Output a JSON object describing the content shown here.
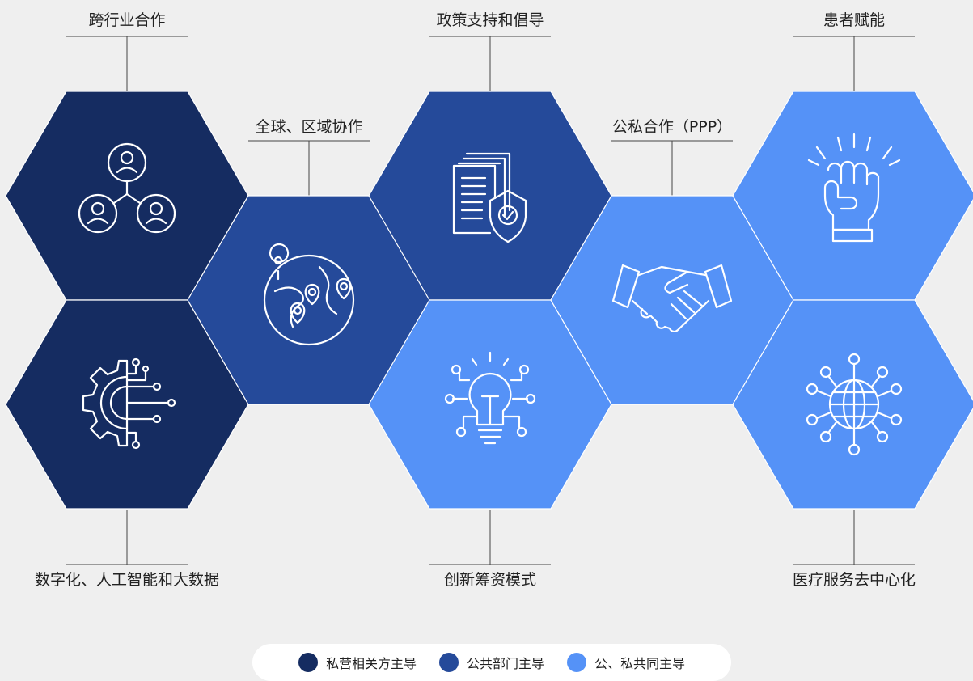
{
  "colors": {
    "private": "#152c61",
    "public": "#254a9a",
    "joint": "#5592f7",
    "background": "#efefef",
    "line": "#444444"
  },
  "hexagons": [
    {
      "id": "hex-cross-industry",
      "group": "private",
      "icon": "people-network-icon",
      "label": "跨行业合作"
    },
    {
      "id": "hex-digital-ai",
      "group": "private",
      "icon": "gear-circuit-icon",
      "label": "数字化、人工智能和大数据"
    },
    {
      "id": "hex-global-regional",
      "group": "public",
      "icon": "globe-pins-icon",
      "label": "全球、区域协作"
    },
    {
      "id": "hex-policy",
      "group": "public",
      "icon": "document-shield-icon",
      "label": "政策支持和倡导"
    },
    {
      "id": "hex-financing",
      "group": "joint",
      "icon": "lightbulb-network-icon",
      "label": "创新筹资模式"
    },
    {
      "id": "hex-ppp",
      "group": "joint",
      "icon": "handshake-icon",
      "label": "公私合作（PPP）"
    },
    {
      "id": "hex-patient",
      "group": "joint",
      "icon": "raised-fist-icon",
      "label": "患者赋能"
    },
    {
      "id": "hex-decentralize",
      "group": "joint",
      "icon": "globe-network-icon",
      "label": "医疗服务去中心化"
    }
  ],
  "legend": [
    {
      "group": "private",
      "label": "私营相关方主导"
    },
    {
      "group": "public",
      "label": "公共部门主导"
    },
    {
      "group": "joint",
      "label": "公、私共同主导"
    }
  ]
}
